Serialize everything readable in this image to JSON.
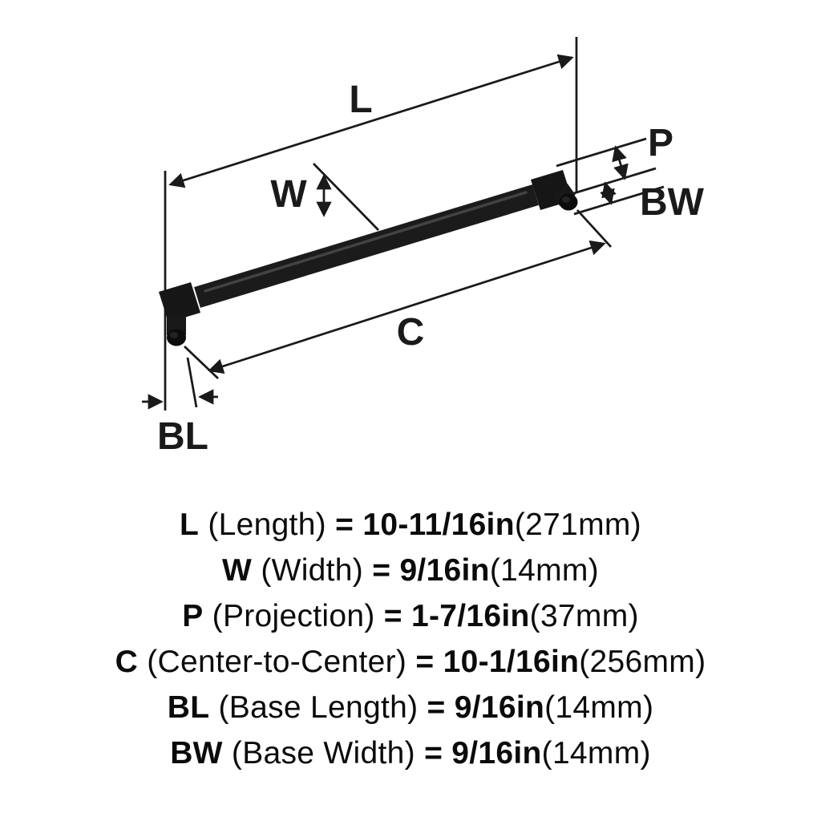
{
  "diagram": {
    "dim_labels": {
      "L": "L",
      "W": "W",
      "P": "P",
      "C": "C",
      "BL": "BL",
      "BW": "BW"
    },
    "handle_color": "#161616",
    "line_color": "#1a1a1a",
    "background_color": "#ffffff"
  },
  "specs": [
    {
      "key": "L",
      "name": "(Length)",
      "equals": "=",
      "value": "10-11/16in",
      "metric": "(271mm)"
    },
    {
      "key": "W",
      "name": "(Width)",
      "equals": "=",
      "value": "9/16in",
      "metric": "(14mm)"
    },
    {
      "key": "P",
      "name": "(Projection)",
      "equals": "=",
      "value": "1-7/16in",
      "metric": "(37mm)"
    },
    {
      "key": "C",
      "name": "(Center-to-Center)",
      "equals": "=",
      "value": "10-1/16in",
      "metric": "(256mm)"
    },
    {
      "key": "BL",
      "name": "(Base Length)",
      "equals": "=",
      "value": "9/16in",
      "metric": "(14mm)"
    },
    {
      "key": "BW",
      "name": "(Base Width)",
      "equals": "=",
      "value": "9/16in",
      "metric": "(14mm)"
    }
  ]
}
